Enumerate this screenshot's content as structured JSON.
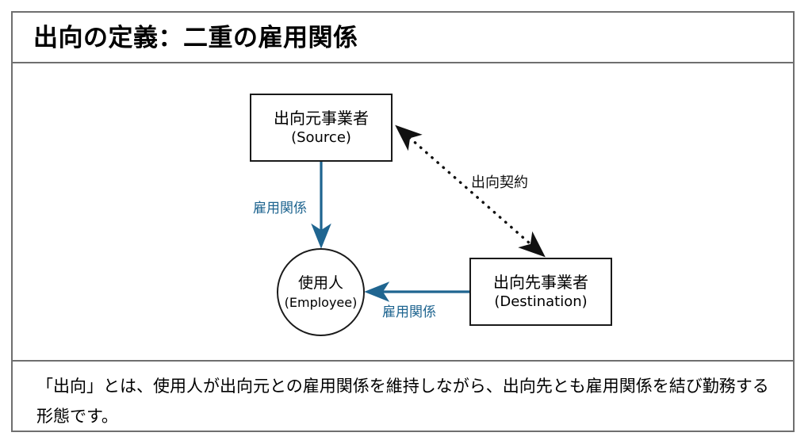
{
  "slide": {
    "title": "出向の定義：二重の雇用関係",
    "frame_color": "#6f6f6f"
  },
  "diagram": {
    "accent_color": "#1f6590",
    "line_color": "#1a1a1a",
    "nodes": [
      {
        "id": "source",
        "shape": "rectangle",
        "label_jp": "出向元事業者",
        "label_en": "(Source)"
      },
      {
        "id": "destination",
        "shape": "rectangle",
        "label_jp": "出向先事業者",
        "label_en": "(Destination)"
      },
      {
        "id": "employee",
        "shape": "circle",
        "label_jp": "使用人",
        "label_en": "(Employee)"
      }
    ],
    "edges": [
      {
        "id": "source-to-employee",
        "label": "雇用関係",
        "style": "solid",
        "arrow": "single",
        "color": "#1f6590",
        "from": "source",
        "to": "employee"
      },
      {
        "id": "destination-to-employee",
        "label": "雇用関係",
        "style": "solid",
        "arrow": "single",
        "color": "#1f6590",
        "from": "destination",
        "to": "employee"
      },
      {
        "id": "source-to-destination",
        "label": "出向契約",
        "style": "dotted",
        "arrow": "double",
        "color": "#111111",
        "from": "source",
        "to": "destination"
      }
    ]
  },
  "caption": {
    "text": "「出向」とは、使用人が出向元との雇用関係を維持しながら、出向先とも雇用関係を結び勤務する形態です。"
  }
}
